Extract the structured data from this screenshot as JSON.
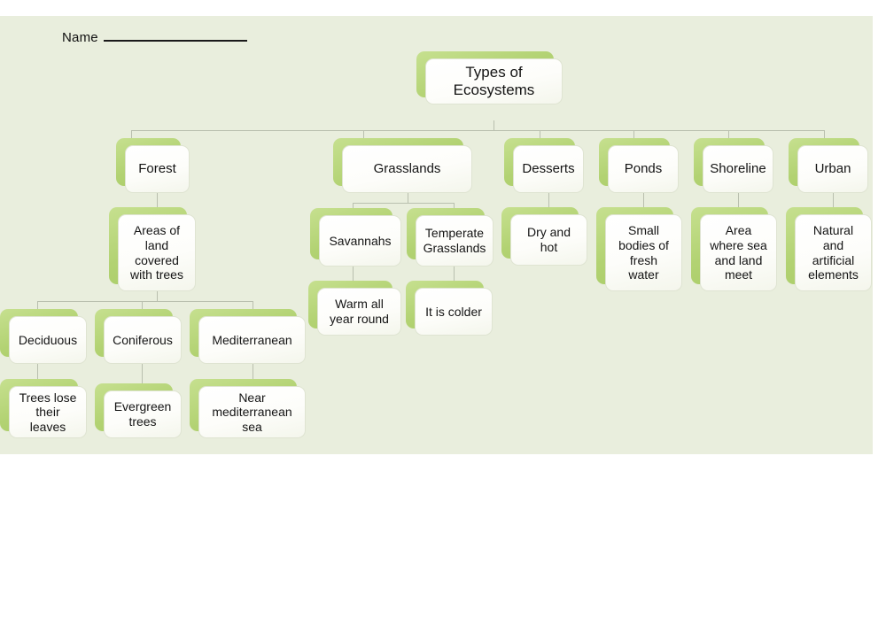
{
  "slide": {
    "background_color": "#e9eedd",
    "node_shadow_color": "#b2d272",
    "node_fill_color": "#ffffff",
    "connector_color": "#b9bfae"
  },
  "header": {
    "name_label": "Name",
    "name_blank_value": ""
  },
  "diagram": {
    "root": {
      "label": "Types of\nEcosystems"
    },
    "nodes": {
      "forest": "Forest",
      "forest_def": "Areas of\nland\ncovered\nwith trees",
      "deciduous": "Deciduous",
      "deciduous_def": "Trees lose\ntheir\nleaves",
      "coniferous": "Coniferous",
      "coniferous_def": "Evergreen\ntrees",
      "mediterranean": "Mediterranean",
      "mediterranean_def": "Near\nmediterranean\nsea",
      "grasslands": "Grasslands",
      "savannahs": "Savannahs",
      "savannahs_def": "Warm all\nyear round",
      "temperate_grasslands": "Temperate\nGrasslands",
      "temperate_def": "It is colder",
      "desserts": "Desserts",
      "desserts_def": "Dry and\nhot",
      "ponds": "Ponds",
      "ponds_def": "Small\nbodies of\nfresh\nwater",
      "shoreline": "Shoreline",
      "shoreline_def": "Area\nwhere sea\nand land\nmeet",
      "urban": "Urban",
      "urban_def": "Natural\nand\nartificial\nelements"
    }
  }
}
